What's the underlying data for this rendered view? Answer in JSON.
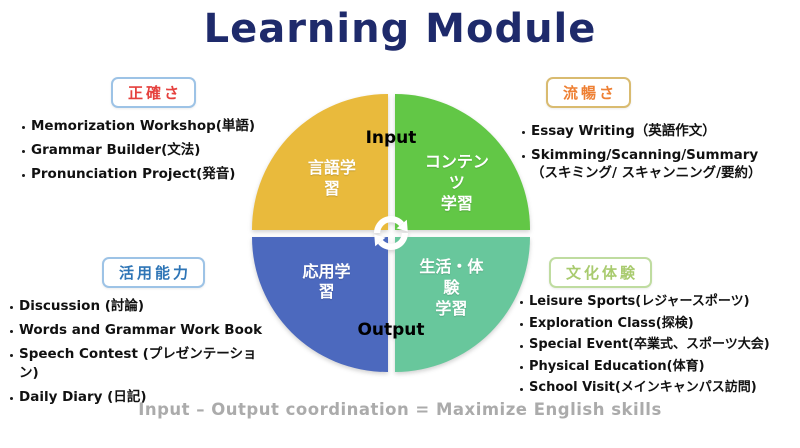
{
  "title": "Learning Module",
  "footer": "Input – Output coordination = Maximize English skills",
  "diagram": {
    "input_label": "Input",
    "output_label": "Output",
    "center_icon": "cycle-arrows",
    "quadrants": [
      {
        "name": "language-learning",
        "label": "言語学習",
        "color": "#E9BA3C"
      },
      {
        "name": "content-learning",
        "label": "コンテンツ\n学習",
        "color": "#62C746"
      },
      {
        "name": "applied-learning",
        "label": "応用学習",
        "color": "#4C69BE"
      },
      {
        "name": "life-experience-learning",
        "label": "生活・体験\n学習",
        "color": "#68C79C"
      }
    ]
  },
  "groups": [
    {
      "name": "accuracy",
      "badge": "正確さ",
      "text_color": "#E5413E",
      "border_color": "#9DC3E6",
      "items": [
        "Memorization Workshop(単語)",
        "Grammar Builder(文法)",
        "Pronunciation Project(発音)"
      ]
    },
    {
      "name": "fluency",
      "badge": "流暢さ",
      "text_color": "#EE8034",
      "border_color": "#D9BB70",
      "items": [
        "Essay Writing（英語作文）",
        "Skimming/Scanning/Summary\n（スキミング/ スキャンニング/要約）"
      ]
    },
    {
      "name": "practical-ability",
      "badge": "活用能力",
      "text_color": "#2E75B6",
      "border_color": "#9DC3E6",
      "items": [
        "Discussion (討論)",
        "Words and Grammar Work Book",
        "Speech Contest (プレゼンテーション)",
        "Daily Diary (日記)"
      ]
    },
    {
      "name": "cultural-experience",
      "badge": "文化体験",
      "text_color": "#A9CB6F",
      "border_color": "#BFDCA0",
      "items": [
        "Leisure Sports(レジャースポーツ)",
        "Exploration Class(探検)",
        "Special Event(卒業式、スポーツ大会)",
        "Physical Education(体育)",
        "School Visit(メインキャンパス訪問)"
      ]
    }
  ]
}
